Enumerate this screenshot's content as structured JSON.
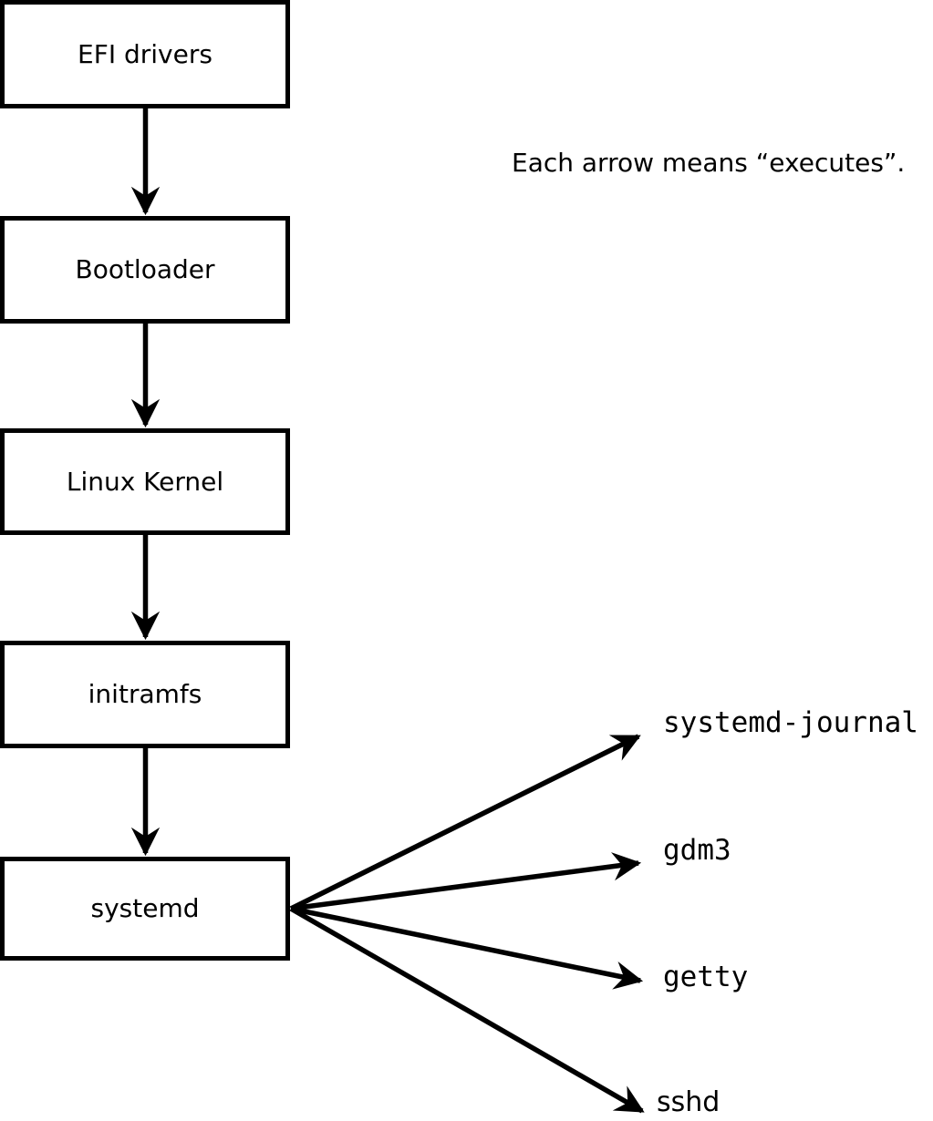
{
  "note": "Each arrow means “executes”.",
  "boxes": [
    {
      "label": "EFI drivers"
    },
    {
      "label": "Bootloader"
    },
    {
      "label": "Linux Kernel"
    },
    {
      "label": "initramfs"
    },
    {
      "label": "systemd"
    }
  ],
  "targets": [
    {
      "label": "systemd-journal"
    },
    {
      "label": "gdm3"
    },
    {
      "label": "getty"
    },
    {
      "label": "sshd"
    }
  ],
  "edges": [
    {
      "from": "EFI drivers",
      "to": "Bootloader",
      "meaning": "executes"
    },
    {
      "from": "Bootloader",
      "to": "Linux Kernel",
      "meaning": "executes"
    },
    {
      "from": "Linux Kernel",
      "to": "initramfs",
      "meaning": "executes"
    },
    {
      "from": "initramfs",
      "to": "systemd",
      "meaning": "executes"
    },
    {
      "from": "systemd",
      "to": "systemd-journal",
      "meaning": "executes"
    },
    {
      "from": "systemd",
      "to": "gdm3",
      "meaning": "executes"
    },
    {
      "from": "systemd",
      "to": "getty",
      "meaning": "executes"
    },
    {
      "from": "systemd",
      "to": "sshd",
      "meaning": "executes"
    }
  ],
  "colors": {
    "line": "#000000",
    "background": "#ffffff",
    "box_fill": "#ffffff"
  }
}
